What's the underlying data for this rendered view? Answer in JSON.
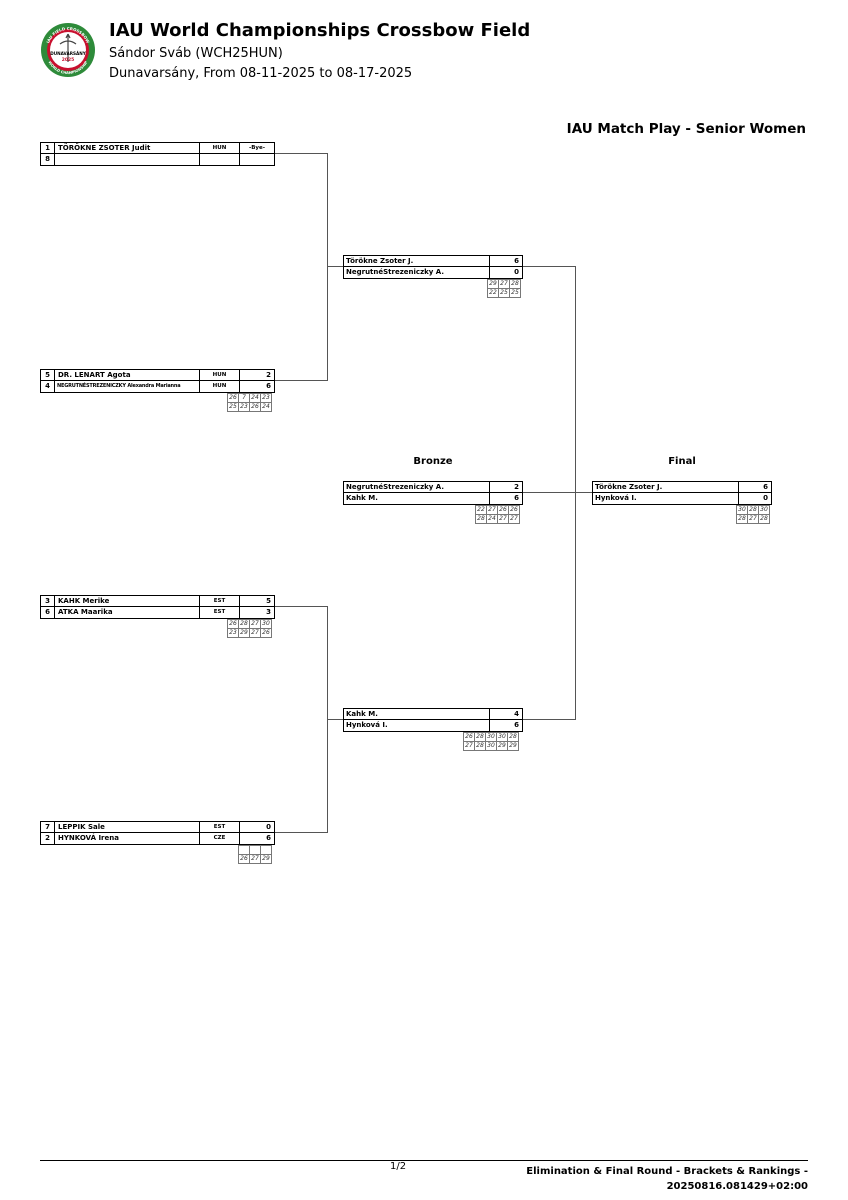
{
  "header": {
    "title": "IAU World Championships Crossbow Field",
    "subtitle": "Sándor Sváb (WCH25HUN)",
    "place": "Dunavarsány, From 08-11-2025 to 08-17-2025",
    "logo": {
      "text_top": "IAU FIELD CROSSBOW",
      "text_mid": "DUNAVARSÁNY",
      "year": "2025",
      "text_bottom": "WORLD CHAMPIONSHIP",
      "green": "#2e8b3a",
      "red": "#c8102e"
    }
  },
  "section_title": "IAU Match Play - Senior Women",
  "rounds": {
    "bronze": "Bronze",
    "final": "Final"
  },
  "semifinal": {
    "m1": {
      "rows": [
        {
          "seed": "1",
          "name": "TÖRÖKNE ZSOTER Judit",
          "nat": "HUN",
          "score": "-Bye-"
        },
        {
          "seed": "8",
          "name": "",
          "nat": "",
          "score": ""
        }
      ],
      "ends": []
    },
    "m2": {
      "rows": [
        {
          "seed": "5",
          "name": "DR. LENART Agota",
          "nat": "HUN",
          "score": "2"
        },
        {
          "seed": "4",
          "name": "NEGRUTNÉSTREZENICZKY Alexandra Marianna",
          "nat": "HUN",
          "score": "6"
        }
      ],
      "ends": [
        [
          "26",
          "7",
          "24",
          "23"
        ],
        [
          "25",
          "23",
          "26",
          "24"
        ]
      ]
    },
    "m3": {
      "rows": [
        {
          "seed": "3",
          "name": "KAHK Merike",
          "nat": "EST",
          "score": "5"
        },
        {
          "seed": "6",
          "name": "ATKA Maarika",
          "nat": "EST",
          "score": "3"
        }
      ],
      "ends": [
        [
          "26",
          "28",
          "27",
          "30"
        ],
        [
          "23",
          "29",
          "27",
          "26"
        ]
      ]
    },
    "m4": {
      "rows": [
        {
          "seed": "7",
          "name": "LEPPIK Sale",
          "nat": "EST",
          "score": "0"
        },
        {
          "seed": "2",
          "name": "HYNKOVÁ Irena",
          "nat": "CZE",
          "score": "6"
        }
      ],
      "ends": [
        [
          "",
          "",
          ""
        ],
        [
          "26",
          "27",
          "29"
        ]
      ]
    }
  },
  "semis": {
    "s1": {
      "rows": [
        {
          "name": "Törökne Zsoter J.",
          "score": "6"
        },
        {
          "name": "NegrutnéStrezeniczky A.",
          "score": "0"
        }
      ],
      "ends": [
        [
          "29",
          "27",
          "28"
        ],
        [
          "22",
          "25",
          "25"
        ]
      ]
    },
    "s2": {
      "rows": [
        {
          "name": "Kahk M.",
          "score": "4"
        },
        {
          "name": "Hynková I.",
          "score": "6"
        }
      ],
      "ends": [
        [
          "26",
          "28",
          "30",
          "30",
          "28"
        ],
        [
          "27",
          "28",
          "30",
          "29",
          "29"
        ]
      ]
    }
  },
  "bronze": {
    "rows": [
      {
        "name": "NegrutnéStrezeniczky A.",
        "score": "2"
      },
      {
        "name": "Kahk M.",
        "score": "6"
      }
    ],
    "ends": [
      [
        "22",
        "27",
        "26",
        "26"
      ],
      [
        "28",
        "24",
        "27",
        "27"
      ]
    ]
  },
  "final": {
    "rows": [
      {
        "name": "Törökne Zsoter J.",
        "score": "6"
      },
      {
        "name": "Hynková I.",
        "score": "0"
      }
    ],
    "ends": [
      [
        "30",
        "28",
        "30"
      ],
      [
        "28",
        "27",
        "28"
      ]
    ]
  },
  "footer": {
    "page": "1/2",
    "line1": "Elimination & Final Round - Brackets & Rankings -",
    "line2": "20250816.081429+02:00"
  }
}
